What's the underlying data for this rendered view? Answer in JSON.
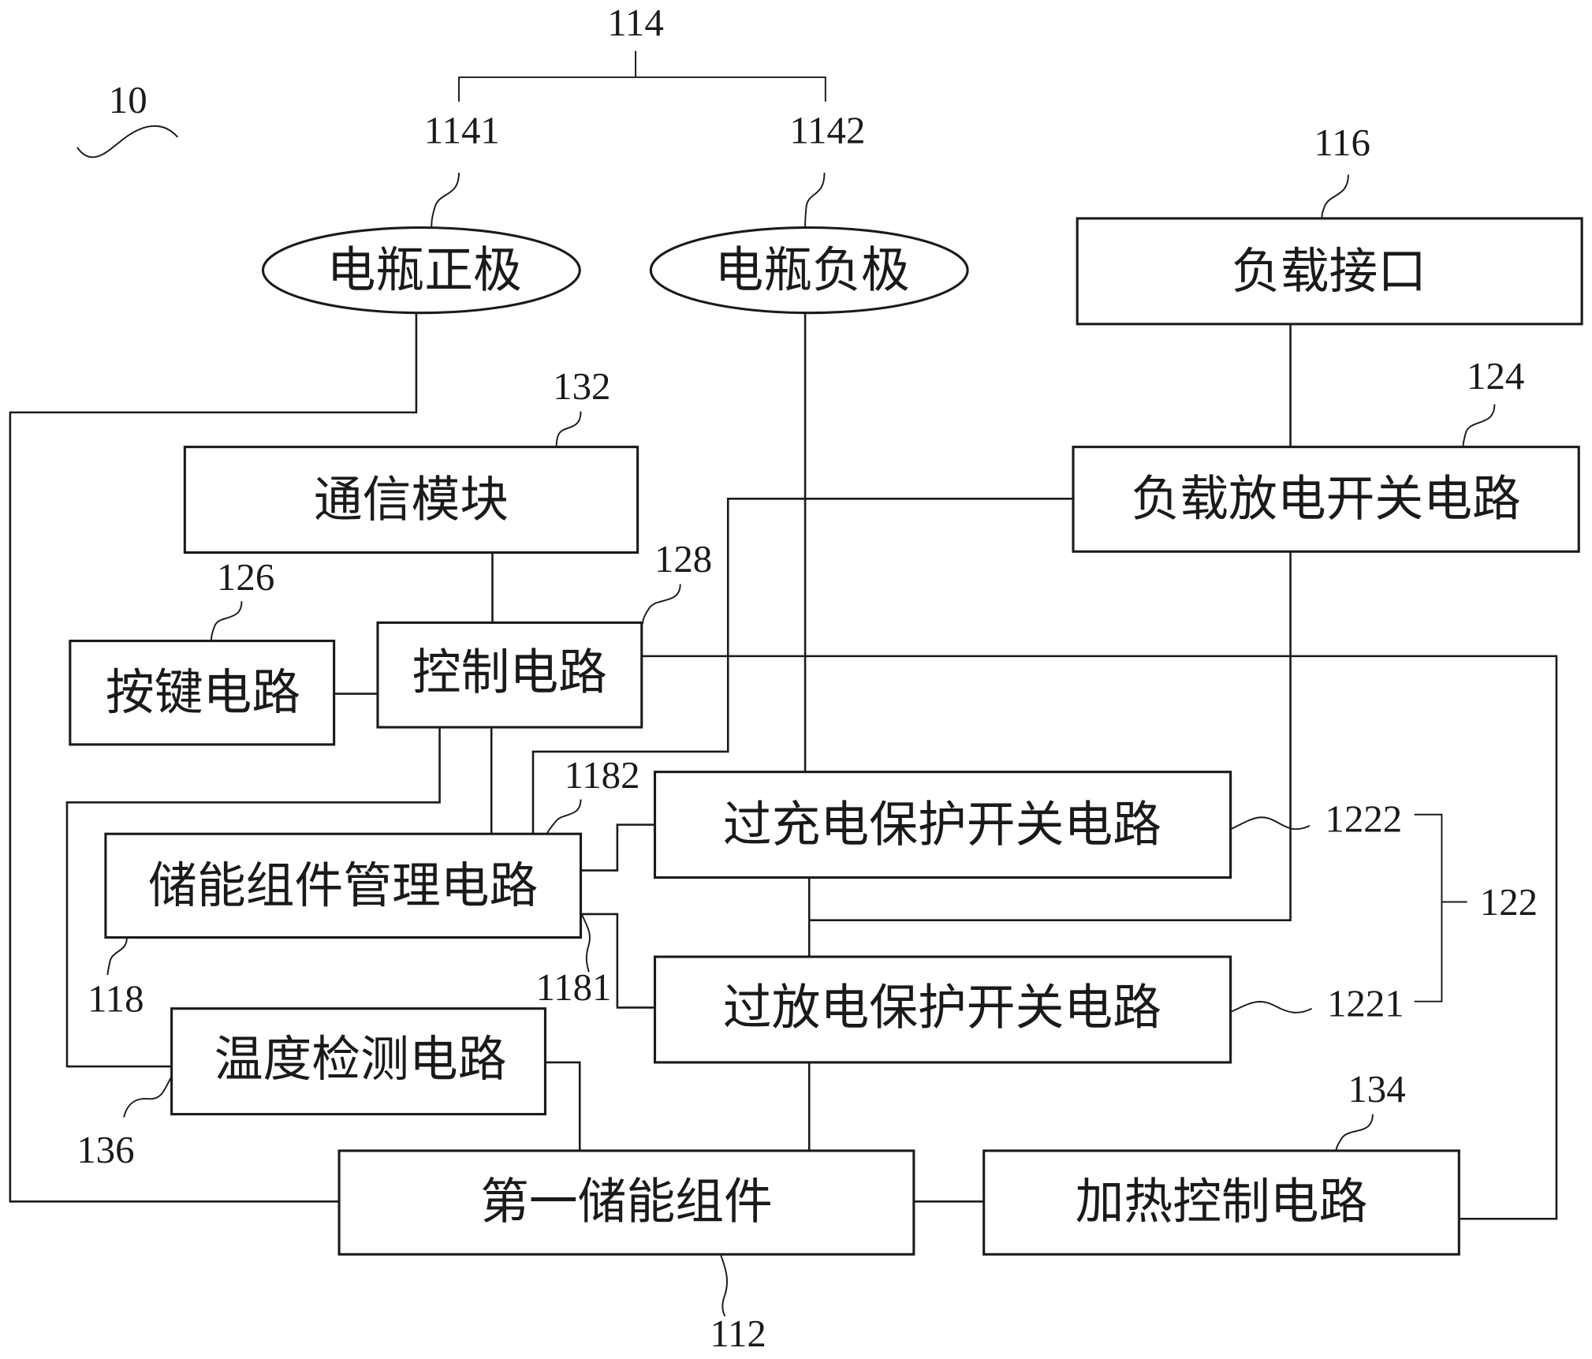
{
  "diagram": {
    "figure_ref": "10",
    "blocks": {
      "battery_positive": {
        "label": "电瓶正极",
        "ref": "1141"
      },
      "battery_negative": {
        "label": "电瓶负极",
        "ref": "1142"
      },
      "battery_group_ref": "114",
      "load_interface": {
        "label": "负载接口",
        "ref": "116"
      },
      "communication_module": {
        "label": "通信模块",
        "ref": "132"
      },
      "load_discharge_switch": {
        "label": "负载放电开关电路",
        "ref": "124"
      },
      "key_circuit": {
        "label": "按键电路",
        "ref": "126"
      },
      "control_circuit": {
        "label": "控制电路",
        "ref": "128"
      },
      "overcharge_switch": {
        "label": "过充电保护开关电路",
        "ref": "1222"
      },
      "storage_management": {
        "label": "储能组件管理电路",
        "ref": "118",
        "port_top": "1182",
        "port_bottom": "1181"
      },
      "overdischarge_switch": {
        "label": "过放电保护开关电路",
        "ref": "1221"
      },
      "protection_group_ref": "122",
      "temperature_detection": {
        "label": "温度检测电路",
        "ref": "136"
      },
      "first_storage": {
        "label": "第一储能组件",
        "ref": "112"
      },
      "heating_control": {
        "label": "加热控制电路",
        "ref": "134"
      }
    }
  }
}
